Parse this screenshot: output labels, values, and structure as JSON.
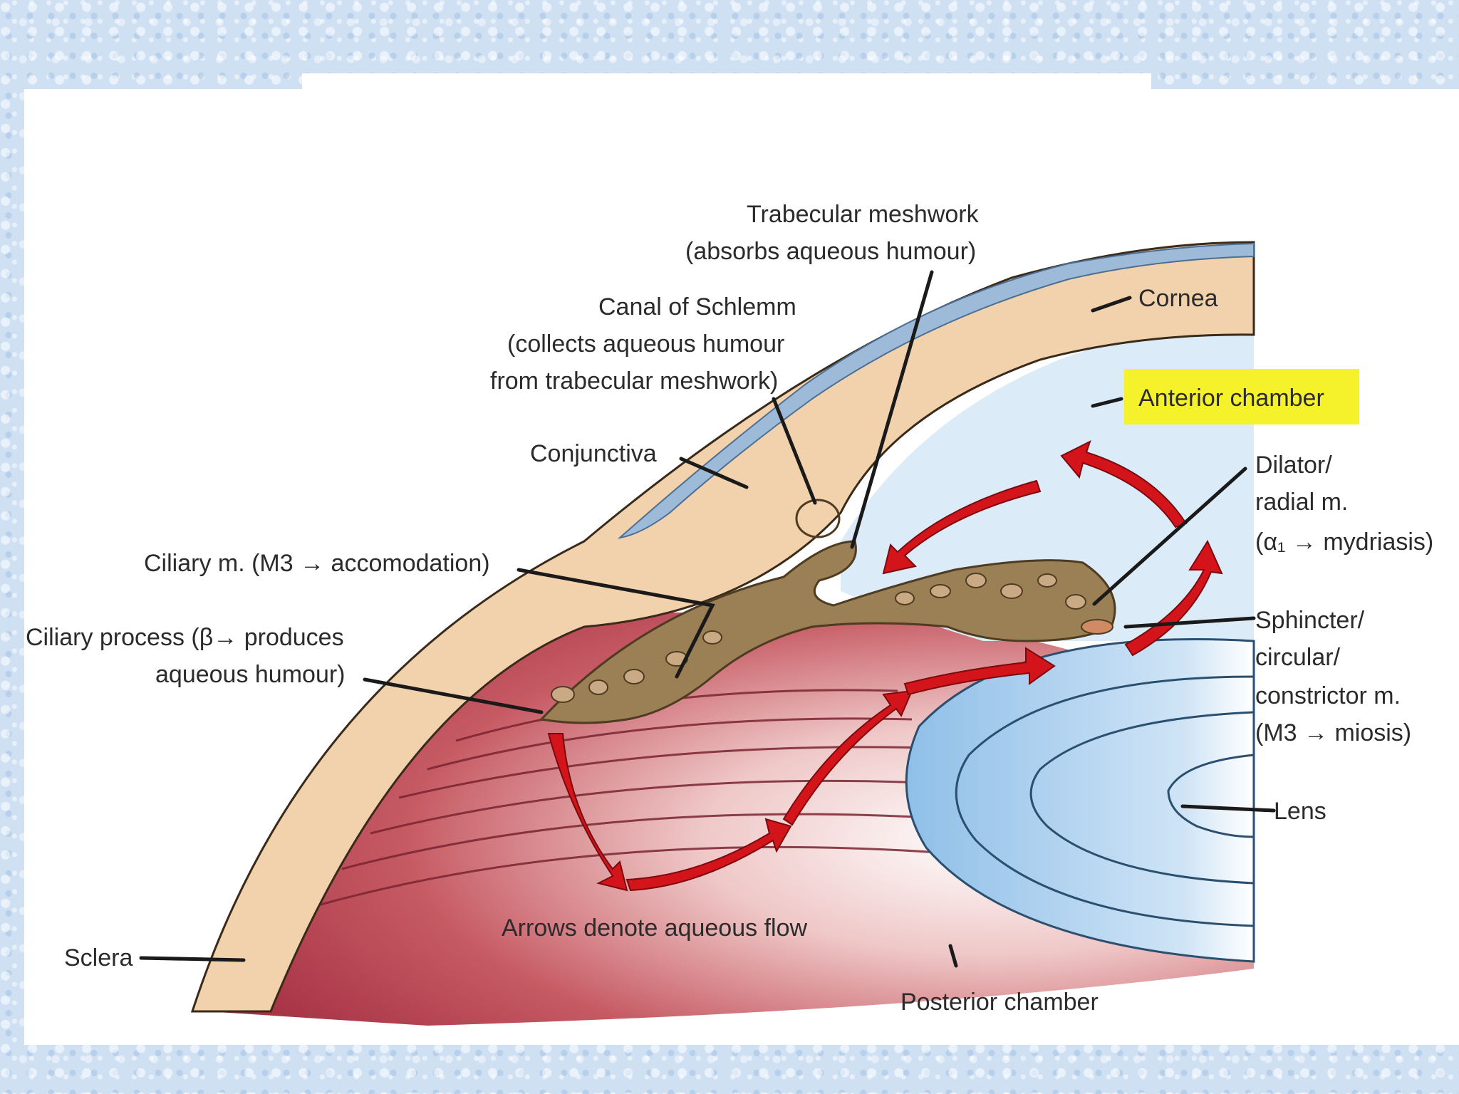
{
  "diagram": {
    "labels": {
      "trabecular_line1": "Trabecular meshwork",
      "trabecular_line2": "(absorbs aqueous humour)",
      "cornea": "Cornea",
      "schlemm_line1": "Canal of Schlemm",
      "schlemm_line2": "(collects aqueous humour",
      "schlemm_line3": "from trabecular meshwork)",
      "anterior_chamber": "Anterior chamber",
      "conjunctiva": "Conjunctiva",
      "dilator_line1": "Dilator/",
      "dilator_line2": "radial m.",
      "dilator_line3": "(α₁ → mydriasis)",
      "ciliary_muscle": "Ciliary m. (M3 → accomodation)",
      "ciliary_process_line1": "Ciliary process (β→ produces",
      "ciliary_process_line2": "aqueous humour)",
      "sphincter_line1": "Sphincter/",
      "sphincter_line2": "circular/",
      "sphincter_line3": "constrictor m.",
      "sphincter_line4": "(M3 → miosis)",
      "lens": "Lens",
      "arrows_note": "Arrows denote aqueous flow",
      "sclera": "Sclera",
      "posterior_chamber": "Posterior chamber"
    },
    "colors": {
      "sclera": "#f2d1ad",
      "conjunctiva": "#9dbbd9",
      "tissue": "#9b7f55",
      "lens": "#9ec7ea",
      "chamber": "#dcebf8",
      "posterior": "#b8404f",
      "arrow": "#d4141b",
      "highlight": "#f5f22c"
    }
  }
}
